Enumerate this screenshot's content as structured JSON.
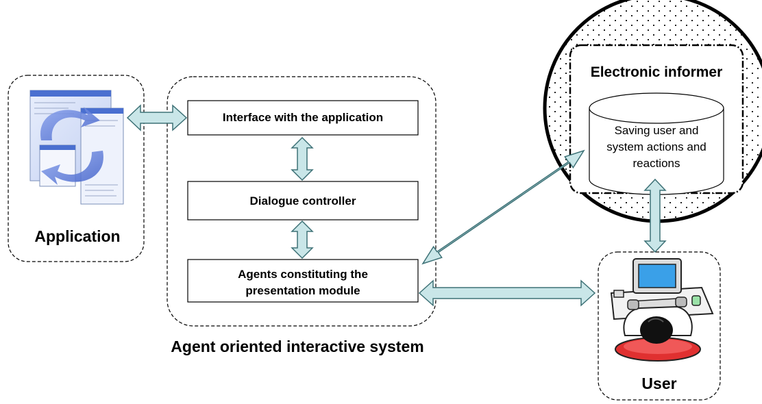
{
  "diagram": {
    "application": {
      "label": "Application"
    },
    "system": {
      "caption": "Agent oriented interactive system",
      "interface_box": "Interface with the application",
      "dialogue_box": "Dialogue controller",
      "agents_box": {
        "line1": "Agents constituting the",
        "line2": "presentation module"
      }
    },
    "informer": {
      "title": "Electronic informer",
      "storage": {
        "line1": "Saving user and",
        "line2": "system actions and",
        "line3": "reactions"
      }
    },
    "user": {
      "label": "User"
    },
    "colors": {
      "arrow_fill": "#c9e6e8",
      "arrow_stroke": "#3d7176",
      "app_arrow_blue": "#5a78d6",
      "monitor_blue": "#3aa0e8",
      "chair_red": "#e03030"
    },
    "icons": [
      "application-window-icon",
      "user-at-computer-icon",
      "database-cylinder-icon"
    ]
  }
}
